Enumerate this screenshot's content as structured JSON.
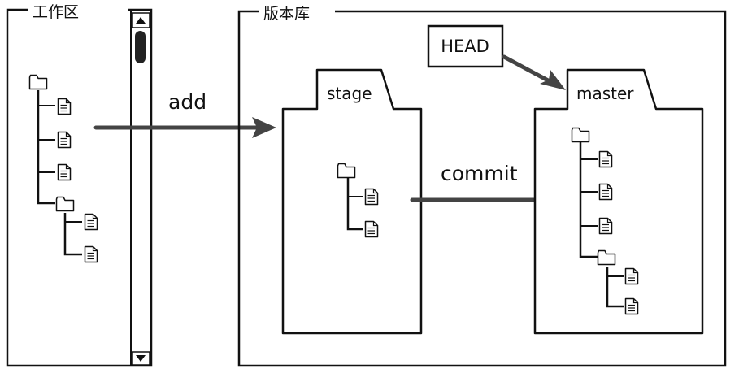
{
  "workspace": {
    "title": "工作区"
  },
  "repository": {
    "title": "版本库",
    "head": "HEAD"
  },
  "stage": {
    "label": "stage"
  },
  "master": {
    "label": "master"
  },
  "actions": {
    "add": "add",
    "commit": "commit"
  },
  "icons": {
    "folder": "folder-icon",
    "file": "file-icon",
    "scroll_up": "arrow-up-icon",
    "scroll_down": "arrow-down-icon"
  },
  "colors": {
    "ink": "#111111",
    "arrow": "#444444",
    "scroll_thumb": "#222222",
    "background": "#ffffff"
  }
}
